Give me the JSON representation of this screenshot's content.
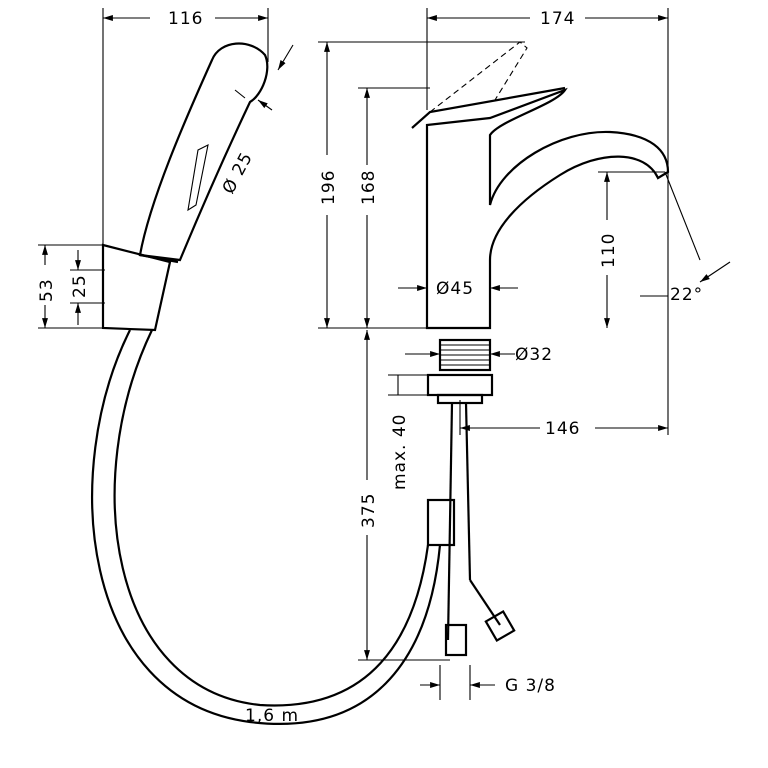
{
  "drawing": {
    "dimensions": {
      "shower_width": "116",
      "mixer_depth": "174",
      "shower_diameter": "Ø 25",
      "total_height": "196",
      "body_height": "168",
      "spout_height": "110",
      "spout_angle": "22°",
      "holder_height": "53",
      "holder_inner": "25",
      "body_diameter": "Ø45",
      "shank_diameter": "Ø32",
      "spout_reach": "146",
      "max_thickness": "max. 40",
      "hose_length_connect": "375",
      "connection_thread": "G 3/8",
      "hose_length": "1,6 m"
    },
    "colors": {
      "line": "#000000",
      "background": "#ffffff"
    }
  }
}
